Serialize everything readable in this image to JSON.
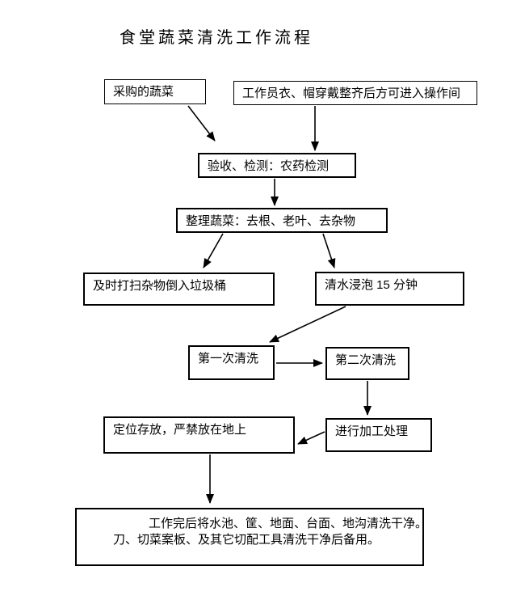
{
  "title": "食堂蔬菜清洗工作流程",
  "nodes": [
    {
      "id": "purchased-vegetables",
      "label": "采购的蔬菜"
    },
    {
      "id": "dress-code",
      "label": "工作员衣、帽穿戴整齐后方可进入操作间"
    },
    {
      "id": "acceptance-testing",
      "label": "验收、检测：农药检测"
    },
    {
      "id": "sorting-vegetables",
      "label": "整理蔬菜：去根、老叶、去杂物"
    },
    {
      "id": "sweep-debris-to-trash",
      "label": "及时打扫杂物倒入垃圾桶"
    },
    {
      "id": "soak-in-water",
      "label": "清水浸泡 15 分钟"
    },
    {
      "id": "first-wash",
      "label": "第一次清洗"
    },
    {
      "id": "second-wash",
      "label": "第二次清洗"
    },
    {
      "id": "fixed-storage",
      "label": "定位存放，严禁放在地上"
    },
    {
      "id": "processing",
      "label": "进行加工处理"
    },
    {
      "id": "cleanup",
      "line1": "工作完后将水池、筐、地面、台面、地沟清洗干净。",
      "line2": "刀、切菜案板、及其它切配工具清洗干净后备用。"
    }
  ],
  "colors": {
    "background": "#ffffff",
    "box_fill": "#ffffff",
    "box_border": "#000000",
    "connector": "#000000",
    "text": "#000000"
  }
}
